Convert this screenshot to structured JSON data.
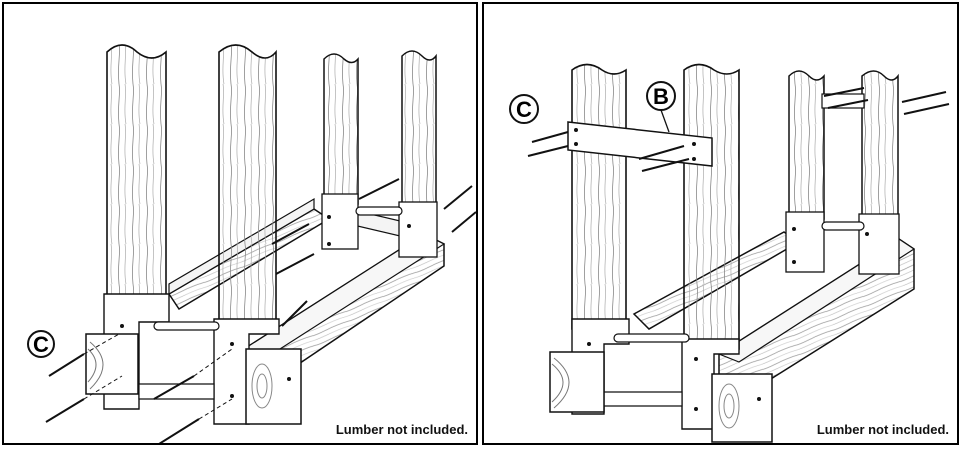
{
  "left_panel": {
    "callout_c": "C",
    "note": "Lumber not included."
  },
  "right_panel": {
    "callout_b": "B",
    "callout_c": "C",
    "note": "Lumber not included."
  },
  "colors": {
    "line": "#111111",
    "wood_fill": "#f4f4f4",
    "bracket_fill": "#ffffff"
  },
  "icons": [
    "screw-icon",
    "wood-grain",
    "bracket"
  ]
}
